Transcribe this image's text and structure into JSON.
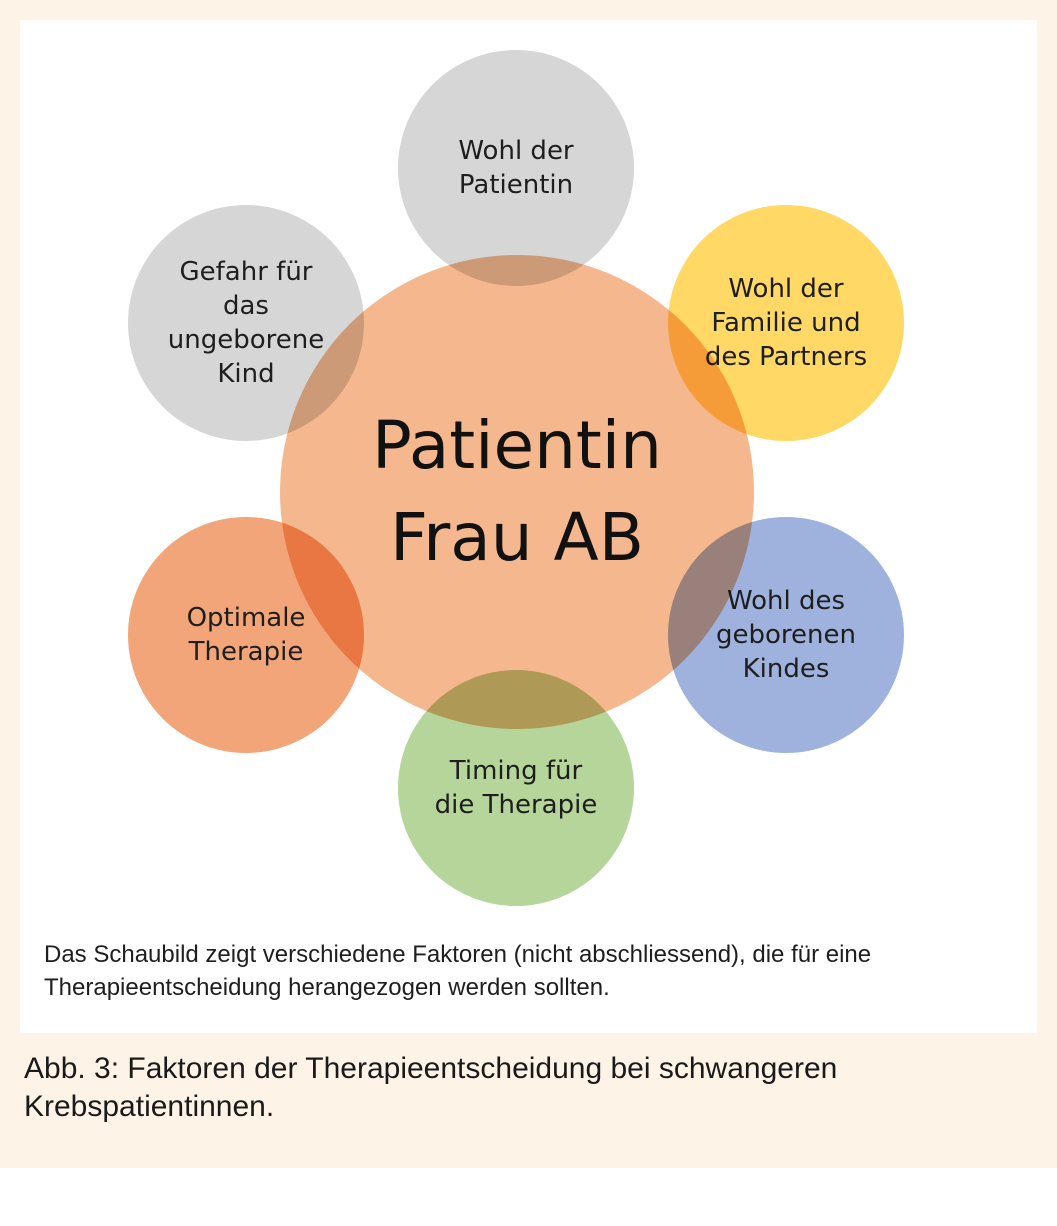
{
  "diagram": {
    "center": {
      "label": "Patientin\nFrau AB",
      "color": "#f5b88e"
    },
    "factors": [
      {
        "label": "Wohl der\nPatientin",
        "color": "#d6d6d6"
      },
      {
        "label": "Wohl der\nFamilie und\ndes Partners",
        "color": "#ffd866"
      },
      {
        "label": "Wohl des\ngeborenen\nKindes",
        "color": "#9fb2dd"
      },
      {
        "label": "Timing für\ndie Therapie",
        "color": "#b5d59a"
      },
      {
        "label": "Optimale\nTherapie",
        "color": "#f2a579"
      },
      {
        "label": "Gefahr für\ndas\nungeborene\nKind",
        "color": "#d6d6d6"
      }
    ]
  },
  "description": "Das Schaubild zeigt verschiedene Faktoren (nicht abschliessend), die für eine Therapieentscheidung herangezogen werden sollten.",
  "caption": "Abb. 3: Faktoren der Therapieentscheidung bei schwangeren Krebspatientinnen."
}
